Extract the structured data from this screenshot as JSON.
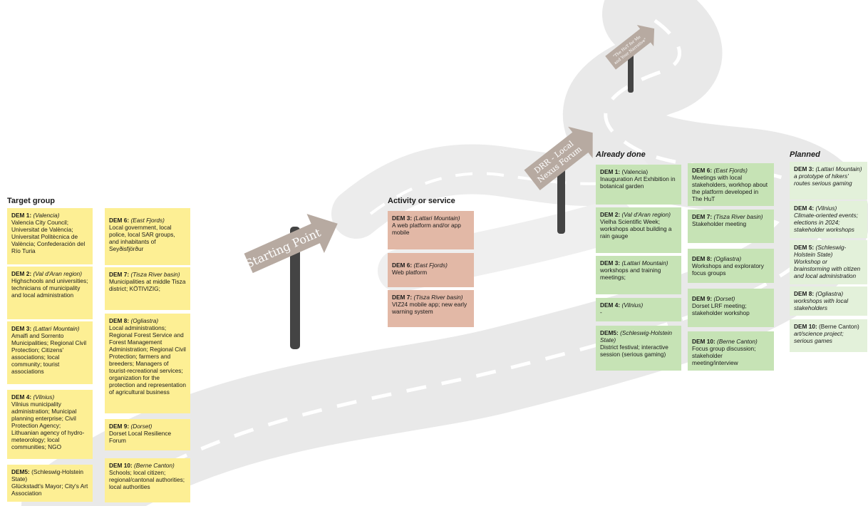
{
  "signs": {
    "starting_point": "Starting Point",
    "drr_line1": "DRR - Local",
    "drr_line2": "Nexus Forum",
    "hut_line1": "\"The HuT for Me",
    "hut_line2": "and Your Narrative\""
  },
  "headings": {
    "target_group": "Target group",
    "activity": "Activity  or service",
    "already_done": "Already done",
    "planned": "Planned"
  },
  "target_group": [
    {
      "dem": "DEM 1:",
      "region": "(Valencia)",
      "text": "Valencia City Council; Universitat de València; Universitat Politècnica de València; Confederación del Río Turia"
    },
    {
      "dem": "DEM 2:",
      "region": "(Val d'Aran region)",
      "text": "Highschools and universities; technicians of municipality and local administration"
    },
    {
      "dem": "DEM 3:",
      "region": "(Lattari Mountain)",
      "text": "Amalfi and Sorrento Municipalities; Regional Civil Protection; Citizens' associations; local community; tourist associations"
    },
    {
      "dem": "DEM 4:",
      "region": "(Vilnius)",
      "text": "Vilnius municipality administration; Municipal planning enterprise; Civil Protection Agency; Lithuanian agency of hydro-meteorology; local communities; NGO"
    },
    {
      "dem": "DEM5:",
      "region": "(Schleswig-Holstein State)",
      "text": "Glückstadt's Mayor; City's Art Association"
    },
    {
      "dem": "DEM 6:",
      "region": "(East Fjords)",
      "text": "Local government, local police, local SAR groups, and inhabitants of Seyðisfjörður"
    },
    {
      "dem": "DEM 7:",
      "region": "(Tisza River basin)",
      "text": "Municipalities at middle Tisza district; KÖTIVIZIG;"
    },
    {
      "dem": "DEM 8:",
      "region": "(Ogliastra)",
      "text": "Local administrations; Regional Forest Service and Forest Management Administration; Regional Civil Protection; farmers and breeders; Managers of tourist-recreational services; organization for the protection and representation of agricultural business"
    },
    {
      "dem": "DEM 9:",
      "region": "(Dorset)",
      "text": "Dorset Local Resilience Forum"
    },
    {
      "dem": "DEM 10:",
      "region": "(Berne Canton)",
      "text": "Schools; local citizen; regional/cantonal authorities; local authorities"
    }
  ],
  "activity": [
    {
      "dem": "DEM 3:",
      "region": "(Lattari Mountain)",
      "text": "A web platform and/or app mobile"
    },
    {
      "dem": "DEM 6:",
      "region": "(East Fjords)",
      "text": "Web platform"
    },
    {
      "dem": "DEM 7:",
      "region": "(Tisza River basin)",
      "text": "VIZ24 mobile app; new early warning system"
    }
  ],
  "done": [
    {
      "dem": "DEM 1:",
      "region": "(Valencia)",
      "text": "Inauguration Art Exhibition in botanical garden"
    },
    {
      "dem": "DEM 2:",
      "region": "(Val d'Aran region)",
      "text": "Vielha Scientific Week; workshops about building a rain gauge"
    },
    {
      "dem": "DEM 3:",
      "region": "(Lattari Mountain)",
      "text": "workshops and training meetings;"
    },
    {
      "dem": "DEM 4:",
      "region": "(Vilnius)",
      "text": "-"
    },
    {
      "dem": "DEM5:",
      "region": "(Schleswig-Holstein State)",
      "text": "District festival; interactive session (serious gaming)"
    },
    {
      "dem": "DEM 6:",
      "region": "(East Fjords)",
      "text": "Meetings with local stakeholders, workhop about the platform developed in The HuT"
    },
    {
      "dem": "DEM 7:",
      "region": "(Tisza River basin)",
      "text": "Stakeholder meeting"
    },
    {
      "dem": "DEM 8:",
      "region": "(Ogliastra)",
      "text": "Workshops and exploratory focus groups"
    },
    {
      "dem": "DEM 9:",
      "region": "(Dorset)",
      "text": "Dorset LRF meeting; stakeholder workshop"
    },
    {
      "dem": "DEM 10:",
      "region": "(Berne Canton)",
      "text": "Focus group discussion; stakeholder meeting/interview"
    }
  ],
  "planned": [
    {
      "dem": "DEM 3:",
      "region": "(Lattari Mountain)",
      "text": "a prototype of hikers' routes serious gaming"
    },
    {
      "dem": "DEM 4:",
      "region": "(Vilnius)",
      "text": "Climate-oriented  events; elections in 2024; stakeholder workshops"
    },
    {
      "dem": "DEM 5:",
      "region": "(Schleswig-Holstein State)",
      "text": "Workshop or brainstorming  with citizen and local administration"
    },
    {
      "dem": "DEM 8:",
      "region": "(Ogliastra)",
      "text": "workshops with local stakeholders"
    },
    {
      "dem": "DEM 10:",
      "region": "(Berne Canton)",
      "text": "art/science project; serious games"
    }
  ],
  "colors": {
    "target": "#fdef94",
    "activity": "#e2b8a6",
    "done": "#c6e3b5",
    "planned": "#e3f1da",
    "road": "#ececec",
    "sign": "#b7aaa1",
    "post": "#444444"
  }
}
